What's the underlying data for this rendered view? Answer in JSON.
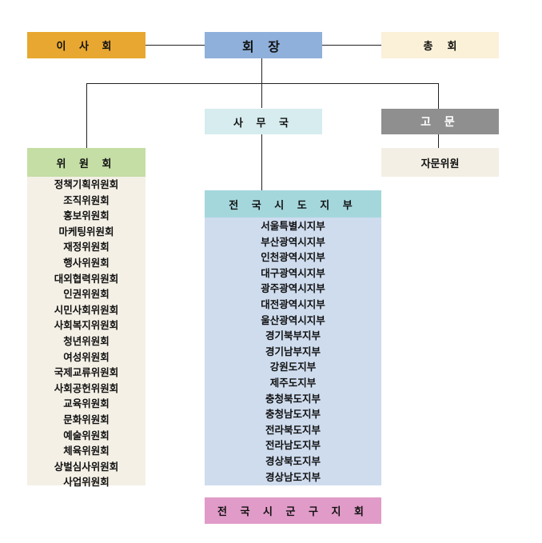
{
  "top": {
    "board": "이 사 회",
    "president": "회 장",
    "general_assembly": "총    회"
  },
  "secretariat": "사 무 국",
  "advisor": {
    "header": "고 문",
    "item": "자문위원"
  },
  "committees": {
    "header": "위 원 회",
    "items": [
      "정책기획위원회",
      "조직위원회",
      "홍보위원회",
      "마케팅위원회",
      "재정위원회",
      "행사위원회",
      "대외협력위원회",
      "인권위원회",
      "시민사회위원회",
      "사회복지위원회",
      "청년위원회",
      "여성위원회",
      "국제교류위원회",
      "사회공헌위원회",
      "교육위원회",
      "문화위원회",
      "예술위원회",
      "체육위원회",
      "상벌심사위원회",
      "사업위원회"
    ]
  },
  "branches": {
    "header": "전 국 시 도 지 부",
    "items": [
      "서울특별시지부",
      "부산광역시지부",
      "인천광역시지부",
      "대구광역시지부",
      "광주광역시지부",
      "대전광역시지부",
      "울산광역시지부",
      "경기북부지부",
      "경기남부지부",
      "강원도지부",
      "제주도지부",
      "충청북도지부",
      "충청남도지부",
      "전라북도지부",
      "전라남도지부",
      "경상북도지부",
      "경상남도지부"
    ]
  },
  "local": "전 국 시 군 구 지 회",
  "colors": {
    "board": "#e8a730",
    "president": "#8fb0da",
    "general_assembly": "#fbf0d8",
    "secretariat": "#d6ecee",
    "advisor": "#8f8f8f",
    "advisor_item": "#f3efe4",
    "committee_header": "#c4dea5",
    "committee_body": "#f4f0e6",
    "branch_header": "#a4d7dc",
    "branch_body": "#cedcee",
    "local": "#e19bc8"
  }
}
